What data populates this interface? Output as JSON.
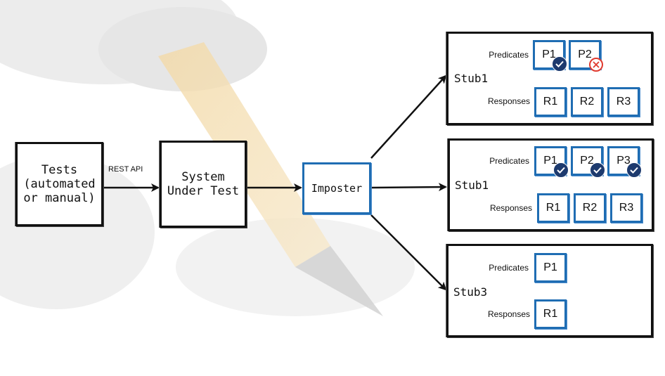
{
  "tests": {
    "label": "Tests\n(automated\nor manual)"
  },
  "connector": {
    "label": "REST API"
  },
  "sut": {
    "label": "System\nUnder Test"
  },
  "imposter": {
    "label": "Imposter"
  },
  "stubs": [
    {
      "name": "Stub1",
      "predicates_label": "Predicates",
      "responses_label": "Responses",
      "predicates": [
        {
          "label": "P1",
          "status": "match"
        },
        {
          "label": "P2",
          "status": "no-match"
        }
      ],
      "responses": [
        "R1",
        "R2",
        "R3"
      ]
    },
    {
      "name": "Stub1",
      "predicates_label": "Predicates",
      "responses_label": "Responses",
      "predicates": [
        {
          "label": "P1",
          "status": "match"
        },
        {
          "label": "P2",
          "status": "match"
        },
        {
          "label": "P3",
          "status": "match"
        }
      ],
      "responses": [
        "R1",
        "R2",
        "R3"
      ]
    },
    {
      "name": "Stub3",
      "predicates_label": "Predicates",
      "responses_label": "Responses",
      "predicates": [
        {
          "label": "P1",
          "status": "none"
        }
      ],
      "responses": [
        "R1"
      ]
    }
  ],
  "colors": {
    "border": "#111111",
    "accent": "#1f6db3",
    "check": "#1d3a6e",
    "fail": "#e03a2f"
  },
  "icons": {
    "match": "check-icon",
    "no-match": "cross-icon",
    "background": "pencil-illustration"
  }
}
